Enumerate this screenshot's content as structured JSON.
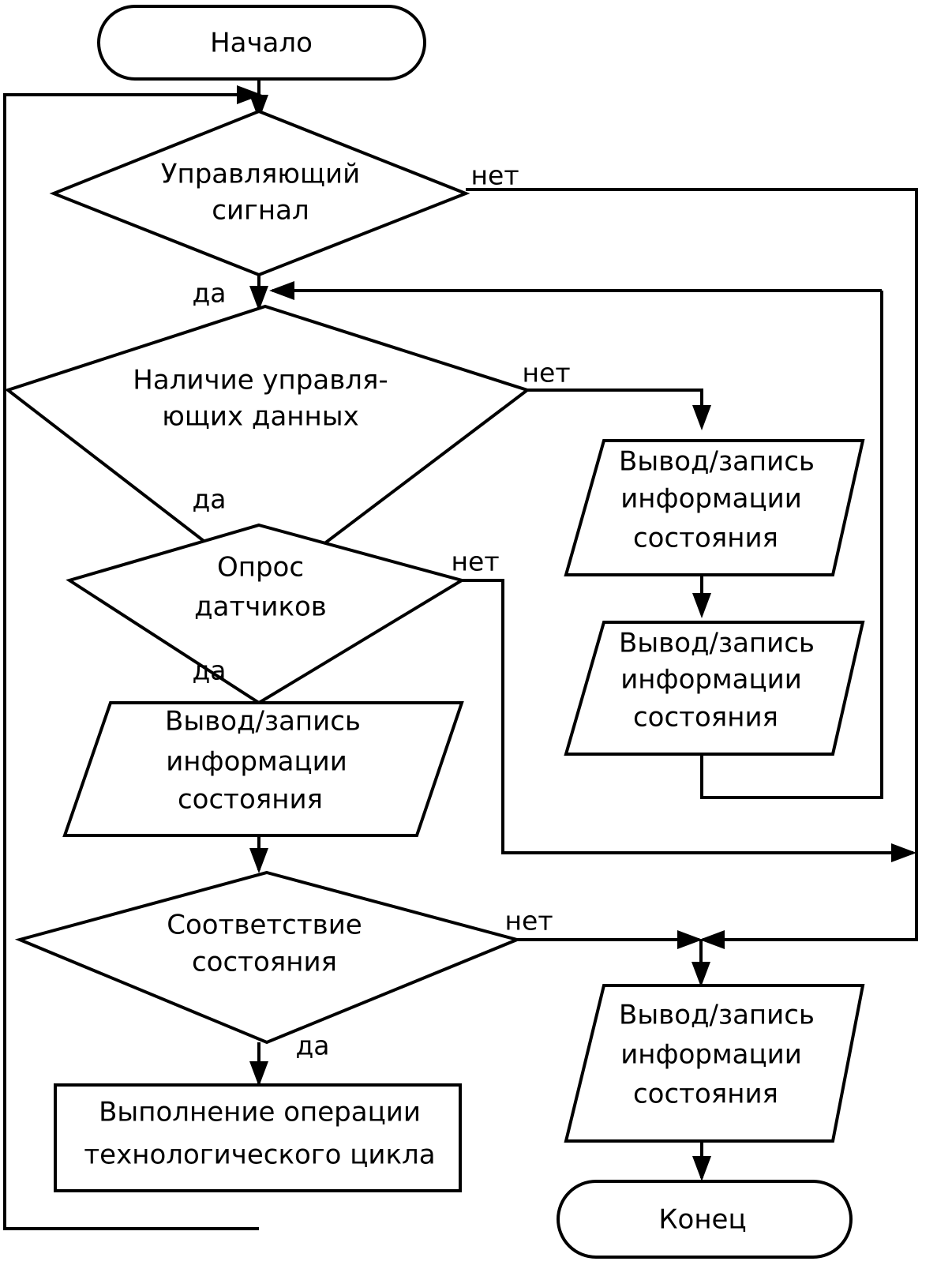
{
  "diagram": {
    "type": "flowchart",
    "language": "ru",
    "title": "",
    "stroke_color": "#000000",
    "fill_color": "#ffffff",
    "background_color": "#ffffff",
    "nodes": [
      {
        "id": "start",
        "shape": "terminator",
        "label": "Начало"
      },
      {
        "id": "control_signal",
        "shape": "decision",
        "label_line1": "Управляющий",
        "label_line2": "сигнал"
      },
      {
        "id": "control_data",
        "shape": "decision",
        "label_line1": "Наличие управля-",
        "label_line2": "ющих данных"
      },
      {
        "id": "poll_sensors",
        "shape": "decision",
        "label_line1": "Опрос",
        "label_line2": "датчиков"
      },
      {
        "id": "io_left",
        "shape": "io-parallelogram",
        "label_line1": "Вывод/запись",
        "label_line2": "информации",
        "label_line3": "состояния"
      },
      {
        "id": "state_match",
        "shape": "decision",
        "label_line1": "Соответствие",
        "label_line2": "состояния"
      },
      {
        "id": "process_cycle",
        "shape": "process",
        "label_line1": "Выполнение операции",
        "label_line2": "технологического цикла"
      },
      {
        "id": "io_right_top",
        "shape": "io-parallelogram",
        "label_line1": "Вывод/запись",
        "label_line2": "информации",
        "label_line3": "состояния"
      },
      {
        "id": "io_right_mid",
        "shape": "io-parallelogram",
        "label_line1": "Вывод/запись",
        "label_line2": "информации",
        "label_line3": "состояния"
      },
      {
        "id": "io_right_bottom",
        "shape": "io-parallelogram",
        "label_line1": "Вывод/запись",
        "label_line2": "информации",
        "label_line3": "состояния"
      },
      {
        "id": "end",
        "shape": "terminator",
        "label": "Конец"
      }
    ],
    "edge_labels": {
      "signal_no": "нет",
      "signal_yes": "да",
      "data_no": "нет",
      "data_yes": "да",
      "sensors_no": "нет",
      "sensors_yes": "да",
      "match_no": "нет",
      "match_yes": "да"
    }
  }
}
